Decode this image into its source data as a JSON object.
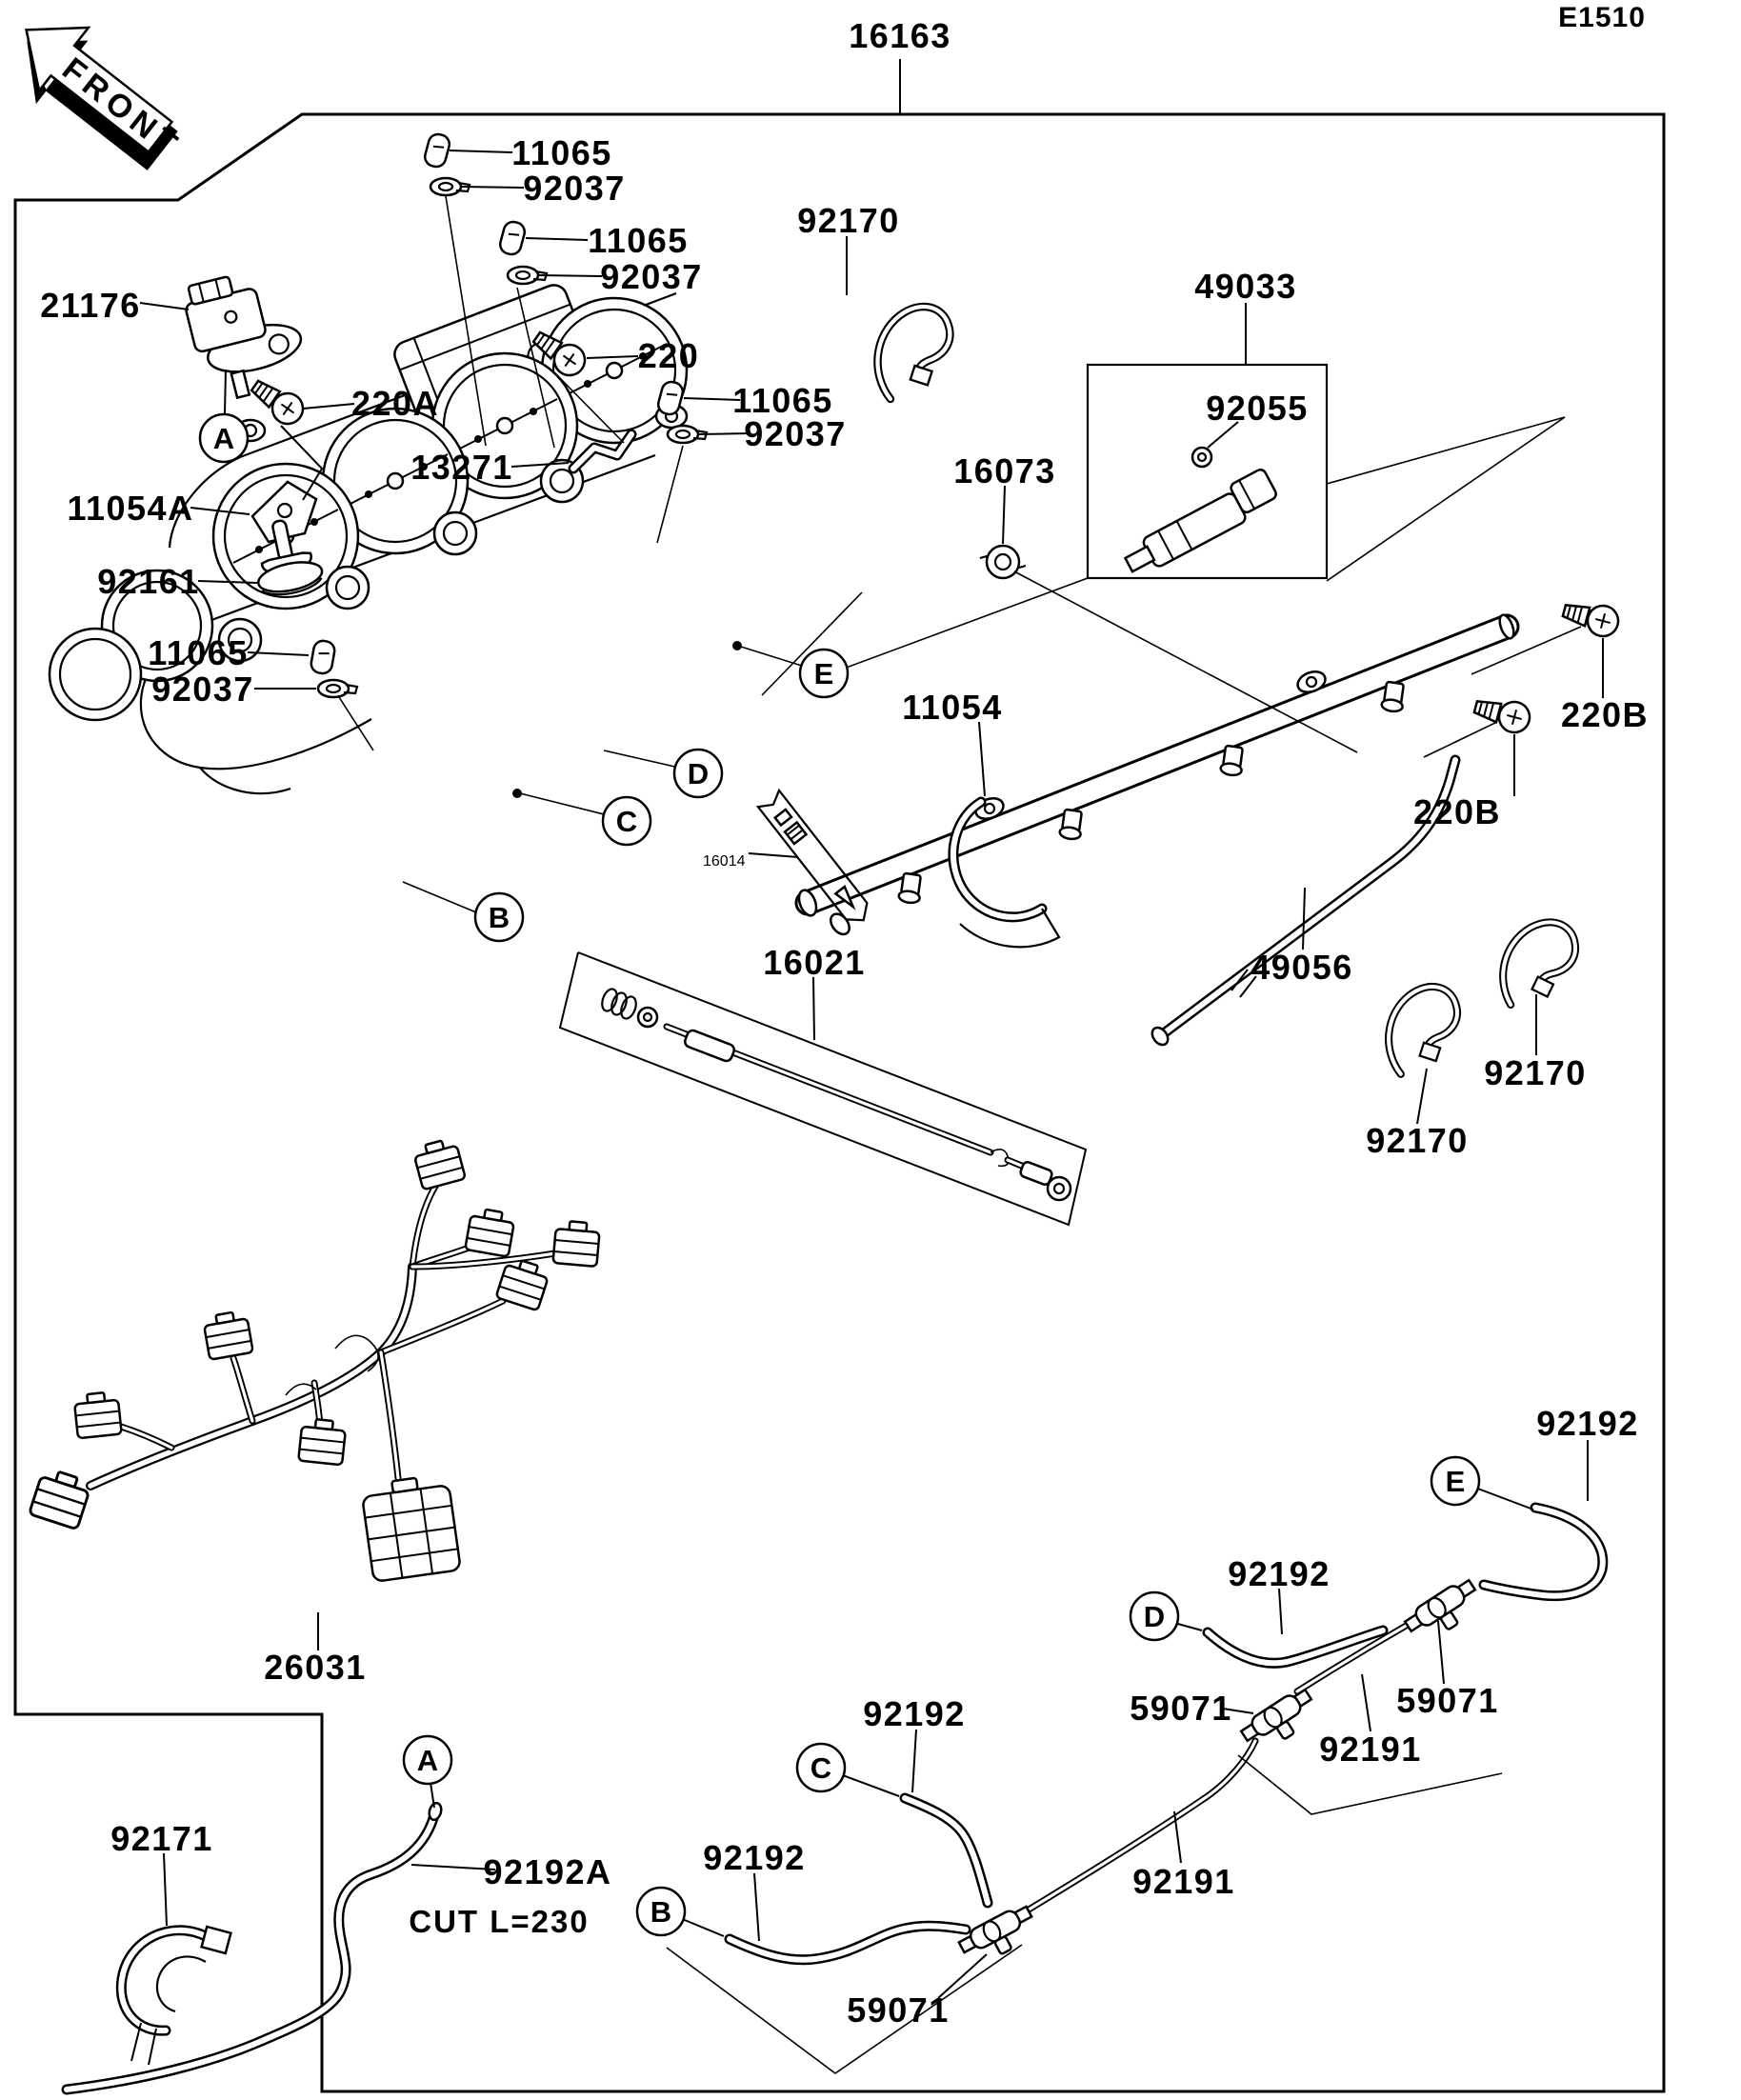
{
  "doc": {
    "page_code": "E1510",
    "front_label": "FRONT",
    "cut_note": "CUT L=230",
    "figure_type": "exploded-parts-diagram",
    "colors": {
      "ink": "#000000",
      "paper": "#ffffff"
    }
  },
  "labels": {
    "p16163": "16163",
    "p11065": "11065",
    "p92037": "92037",
    "p21176": "21176",
    "p220": "220",
    "p220a": "220A",
    "p220b": "220B",
    "p13271": "13271",
    "p92170": "92170",
    "p49033": "49033",
    "p92055": "92055",
    "p16073": "16073",
    "p11054a": "11054A",
    "p92161": "92161",
    "p11054": "11054",
    "p16014": "16014",
    "p16021": "16021",
    "p49056": "49056",
    "p26031": "26031",
    "p92192": "92192",
    "p92192a": "92192A",
    "p59071": "59071",
    "p92191": "92191",
    "p92171": "92171"
  },
  "callouts": {
    "a": "A",
    "b": "B",
    "c": "C",
    "d": "D",
    "e": "E"
  }
}
